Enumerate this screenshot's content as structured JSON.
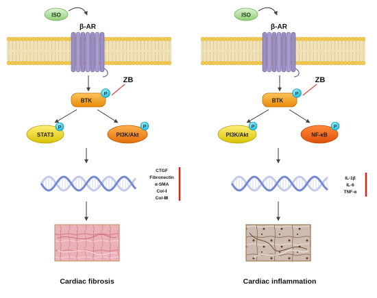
{
  "left_panel": {
    "ligand": "ISO",
    "receptor": "β-AR",
    "inhibitor": "ZB",
    "kinase": "BTK",
    "phospho_mark": "P",
    "downstream": [
      "STAT3",
      "PI3K/Akt"
    ],
    "genes": [
      "CTGF",
      "Fibronectin",
      "α-SMA",
      "Col-Ⅰ",
      "Col-Ⅲ"
    ],
    "outcome": "Cardiac fibrosis"
  },
  "right_panel": {
    "ligand": "ISO",
    "receptor": "β-AR",
    "inhibitor": "ZB",
    "kinase": "BTK",
    "phospho_mark": "P",
    "downstream": [
      "PI3K/Akt",
      "NF-κB"
    ],
    "genes": [
      "IL-1β",
      "IL-6",
      "TNF-α"
    ],
    "outcome": "Cardiac inflammation"
  },
  "colors": {
    "iso_fill": "#b8e0a8",
    "membrane_head": "#f2c94c",
    "membrane_tail": "#e9d9a6",
    "receptor": "#9b8fc2",
    "btk": "#f59a1a",
    "stat3_fill": "#e8d21a",
    "pi3k_fill": "#f08a1a",
    "nfkb_fill": "#f06a0a",
    "phospho": "#27c6e0",
    "inhibitor_line": "#e23a3a",
    "red_bar": "#e02020",
    "dna_a": "#7c8fd6",
    "dna_b": "#c8cde8",
    "fibrosis_tissue": "#e7a4ac",
    "inflammation_tissue": "#c9b8aa"
  }
}
